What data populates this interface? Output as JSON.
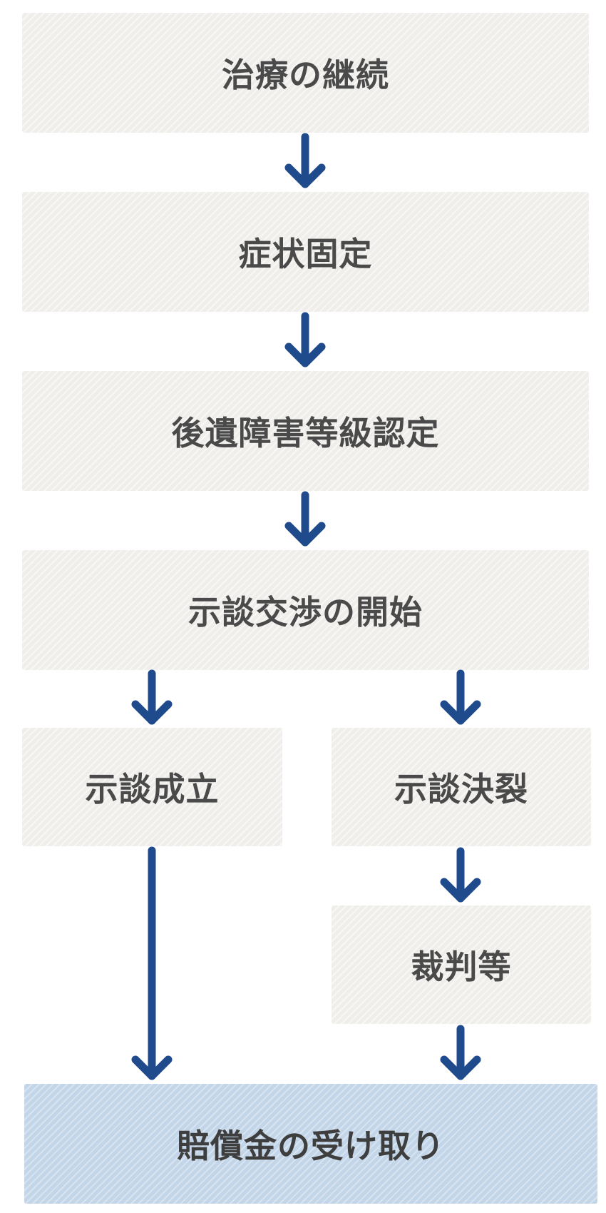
{
  "steps": {
    "treatment": "治療の継続",
    "symptom_fixed": "症状固定",
    "disability_grade": "後遺障害等級認定",
    "negotiation_start": "示談交渉の開始",
    "settlement_reached": "示談成立",
    "settlement_failed": "示談決裂",
    "court": "裁判等",
    "compensation": "賠償金の受け取り"
  },
  "colors": {
    "arrow": "#1f4a8c",
    "box_gray": "#efeeeb",
    "box_blue": "#c3d5e8",
    "text": "#4a4a4a"
  }
}
